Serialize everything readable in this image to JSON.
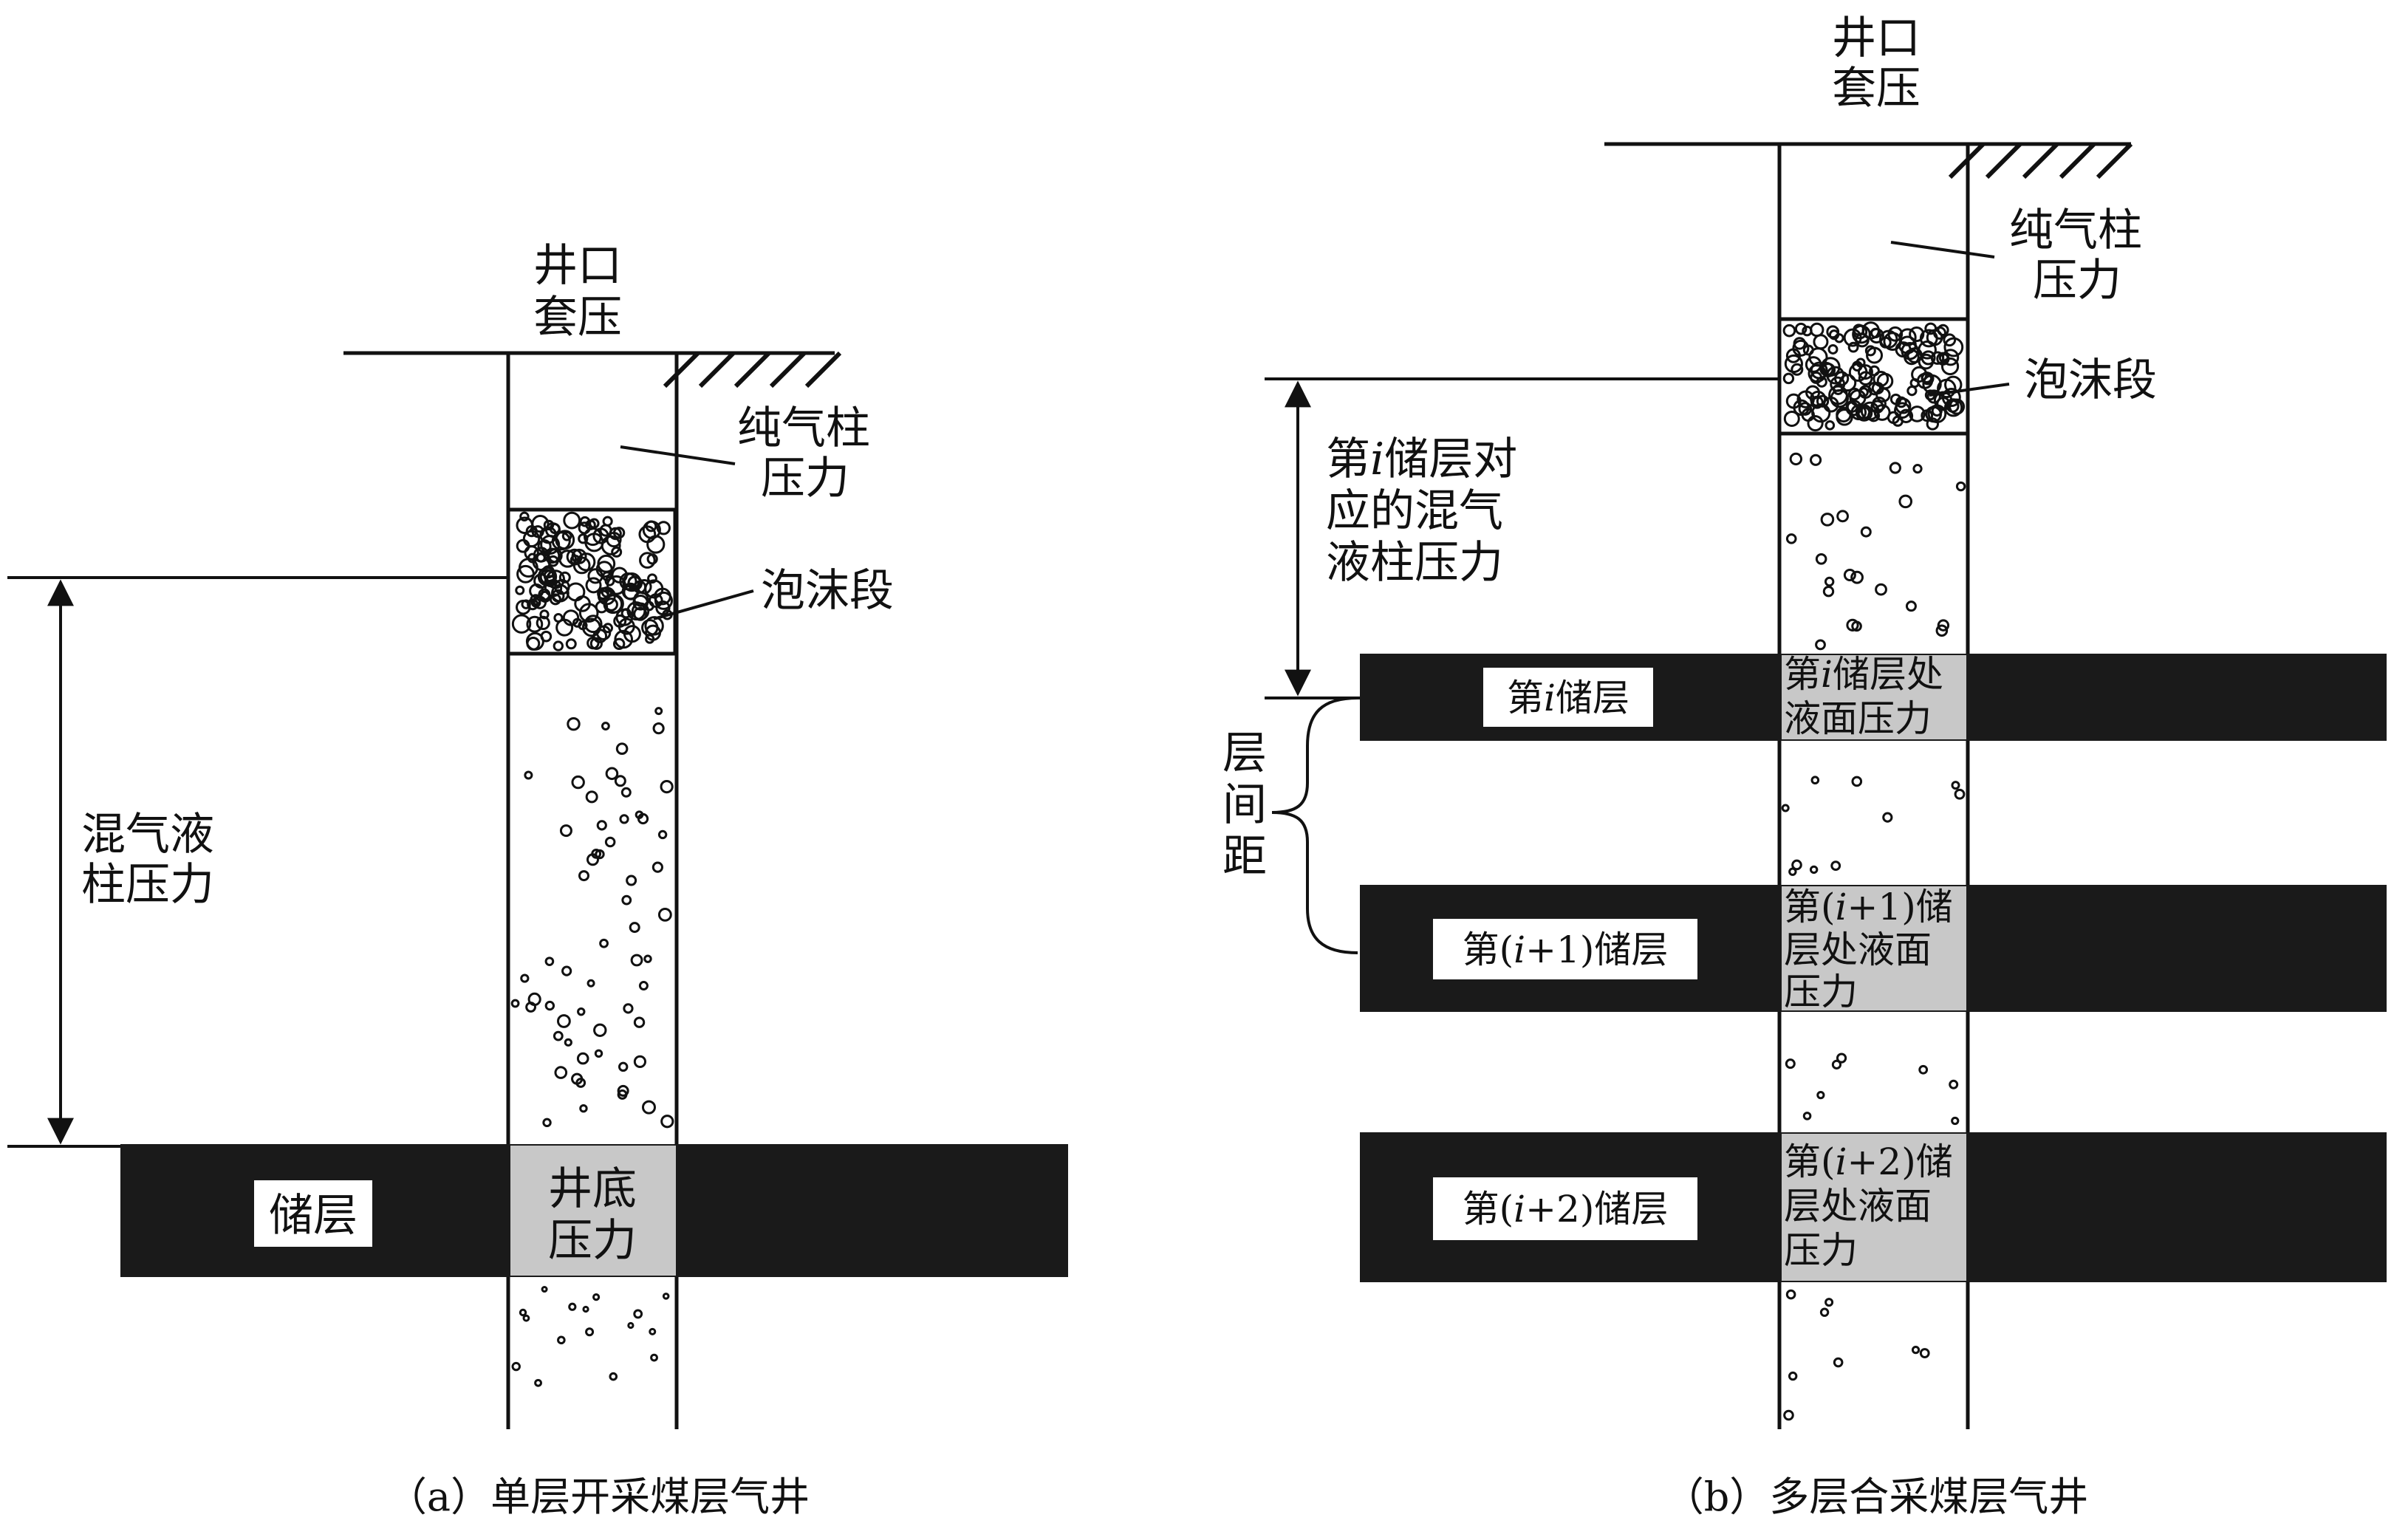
{
  "left": {
    "wellhead_line1": "井口",
    "wellhead_line2": "套压",
    "gas_column_line1": "纯气柱",
    "gas_column_line2": "压力",
    "foam": "泡沫段",
    "mixed_line1": "混气液",
    "mixed_line2": "柱压力",
    "reservoir": "储层",
    "bottom_line1": "井底",
    "bottom_line2": "压力",
    "caption": "（a）单层开采煤层气井"
  },
  "right": {
    "wellhead_line1": "井口",
    "wellhead_line2": "套压",
    "gas_column_line1": "纯气柱",
    "gas_column_line2": "压力",
    "foam": "泡沫段",
    "mixed_line1_pre": "第",
    "mixed_line1_var": "i",
    "mixed_line1_post": "储层对",
    "mixed_line2": "应的混气",
    "mixed_line3": "液柱压力",
    "spacing_line1": "层",
    "spacing_line2": "间",
    "spacing_line3": "距",
    "res1_pre": "第",
    "res1_var": "i",
    "res1_post": "储层",
    "res1_p_line1_pre": "第",
    "res1_p_line1_var": "i",
    "res1_p_line1_post": "储层处",
    "res1_p_line2": "液面压力",
    "res2_pre": "第(",
    "res2_var": "i",
    "res2_post": "+1)储层",
    "res2_p_line1_pre": "第(",
    "res2_p_line1_var": "i",
    "res2_p_line1_post": "+1)储",
    "res2_p_line2": "层处液面",
    "res2_p_line3": "压力",
    "res3_pre": "第(",
    "res3_var": "i",
    "res3_post": "+2)储层",
    "res3_p_line1_pre": "第(",
    "res3_p_line1_var": "i",
    "res3_p_line1_post": "+2)储",
    "res3_p_line2": "层处液面",
    "res3_p_line3": "压力",
    "caption": "（b）多层合采煤层气井"
  },
  "colors": {
    "reservoir": "#1a1a1a",
    "pressure_cell": "#c8c8c8",
    "label_box": "#ffffff",
    "line": "#111111"
  }
}
